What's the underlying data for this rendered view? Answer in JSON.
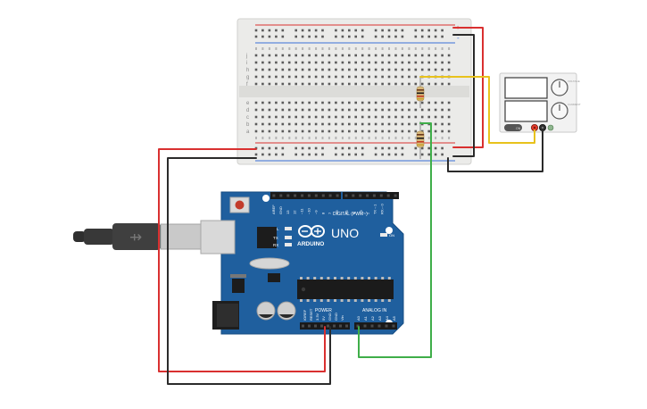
{
  "breadboard": {
    "row_letters_top": [
      "j",
      "i",
      "h",
      "g",
      "f"
    ],
    "row_letters_bottom": [
      "e",
      "d",
      "c",
      "b",
      "a"
    ],
    "rail_plus": "+",
    "rail_minus": "-"
  },
  "arduino": {
    "brand": "ARDUINO",
    "model": "UNO",
    "digital_header_label": "DIGITAL (PWM~)",
    "power_header_label": "POWER",
    "analog_header_label": "ANALOG IN",
    "on_label": "ON",
    "led_labels": [
      "L",
      "TX",
      "RX"
    ],
    "top_pin_labels": [
      "AREF",
      "GND",
      "13",
      "12",
      "~11",
      "~10",
      "~9",
      "8",
      "7",
      "~6",
      "~5",
      "4",
      "~3",
      "2",
      "TX→1",
      "RX←0"
    ],
    "power_pin_labels": [
      "IOREF",
      "RESET",
      "3.3V",
      "5V",
      "GND",
      "GND",
      "Vin"
    ],
    "analog_pin_labels": [
      "A0",
      "A1",
      "A2",
      "A3",
      "A4",
      "A5"
    ]
  },
  "power_supply": {
    "knob_labels": [
      "VOLTAGE",
      "CURRENT"
    ],
    "on_label": "ON"
  },
  "colors": {
    "board_blue": "#1f5f9e",
    "wire_red": "#d93030",
    "wire_black": "#2b2b2b",
    "wire_yellow": "#e8c21c",
    "wire_green": "#3fae49",
    "breadboard": "#ebebe9",
    "cable": "#3a3a3a"
  }
}
